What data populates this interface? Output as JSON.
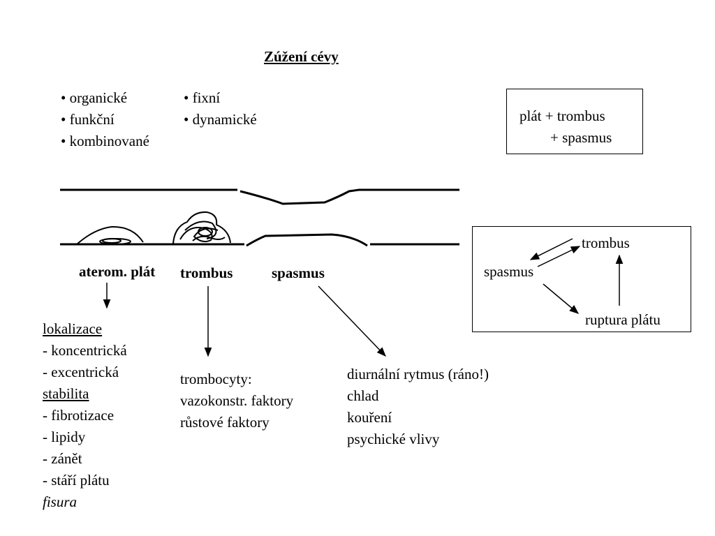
{
  "title": "Zúžení cévy",
  "types_col1": [
    "• organické",
    "• funkční",
    "• kombinované"
  ],
  "types_col2": [
    "• fixní",
    "• dynamické"
  ],
  "box1": {
    "line1": "plát + trombus",
    "line2": "+ spasmus"
  },
  "vessel_labels": {
    "plaque": "aterom. plát",
    "thrombus": "trombus",
    "spasm": "spasmus"
  },
  "cycle": {
    "thrombus": "trombus",
    "spasm": "spasmus",
    "rupture": "ruptura plátu"
  },
  "plaque_details": [
    {
      "text": "lokalizace",
      "style": "u"
    },
    {
      "text": "- koncentrická",
      "style": ""
    },
    {
      "text": "- excentrická",
      "style": ""
    },
    {
      "text": "stabilita",
      "style": "u"
    },
    {
      "text": "- fibrotizace",
      "style": ""
    },
    {
      "text": "- lipidy",
      "style": ""
    },
    {
      "text": "- zánět",
      "style": ""
    },
    {
      "text": "- stáří plátu",
      "style": ""
    },
    {
      "text": "fisura",
      "style": "i"
    }
  ],
  "thrombus_details": [
    "trombocyty:",
    "vazokonstr. faktory",
    "růstové faktory"
  ],
  "spasm_details": [
    "diurnální rytmus (ráno!)",
    "chlad",
    "kouření",
    "psychické vlivy"
  ]
}
